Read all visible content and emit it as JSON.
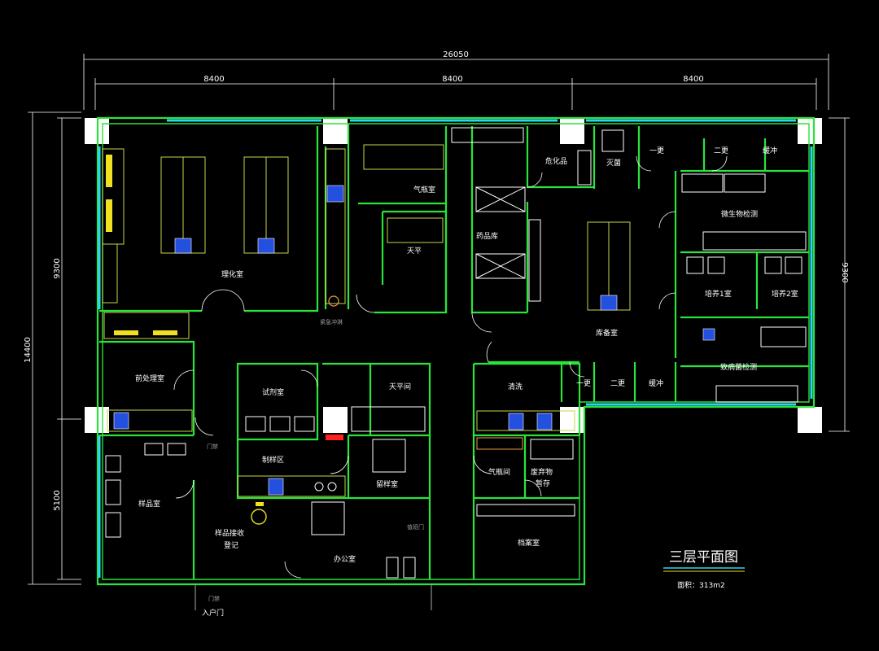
{
  "dimensions": {
    "total_width": "26050",
    "bay_1": "8400",
    "bay_2": "8400",
    "bay_3": "8400",
    "total_height": "14400",
    "left_upper": "9300",
    "left_lower": "5100",
    "right_height": "9300"
  },
  "rooms": {
    "physchem": "理化室",
    "gas_cylinder": "气瓶室",
    "balance": "天平",
    "reagent_store": "药品库",
    "hazardous": "危化品",
    "fire": "灭菌",
    "first_change": "一更",
    "second_change": "二更",
    "buffer_top": "缓冲",
    "microbe_test": "微生物检测",
    "culture_1": "培养1室",
    "culture_2": "培养2室",
    "emergency_shower": "紧急冲淋",
    "standby_room": "库备室",
    "pathogen_test": "致病菌检测",
    "pretreatment": "前处理室",
    "reagent_room": "试剂室",
    "sample_prep": "制样区",
    "balance_room": "天平间",
    "clean": "清洗",
    "change_b1": "一更",
    "change_b2": "二更",
    "buffer_bottom": "缓冲",
    "sample_room": "样品室",
    "door_label_1": "门禁",
    "sample_receive_1": "样品接收",
    "sample_receive_2": "登记",
    "retained_sample": "留样室",
    "office": "办公室",
    "gas_cylinder_2": "气瓶间",
    "waste_1": "废弃物",
    "waste_2": "暂存",
    "archive": "档案室",
    "door_label_2": "门禁",
    "entrance": "入户门",
    "corridor_note": "值班门"
  },
  "title": "三层平面图",
  "area_label": "面积：313m2"
}
